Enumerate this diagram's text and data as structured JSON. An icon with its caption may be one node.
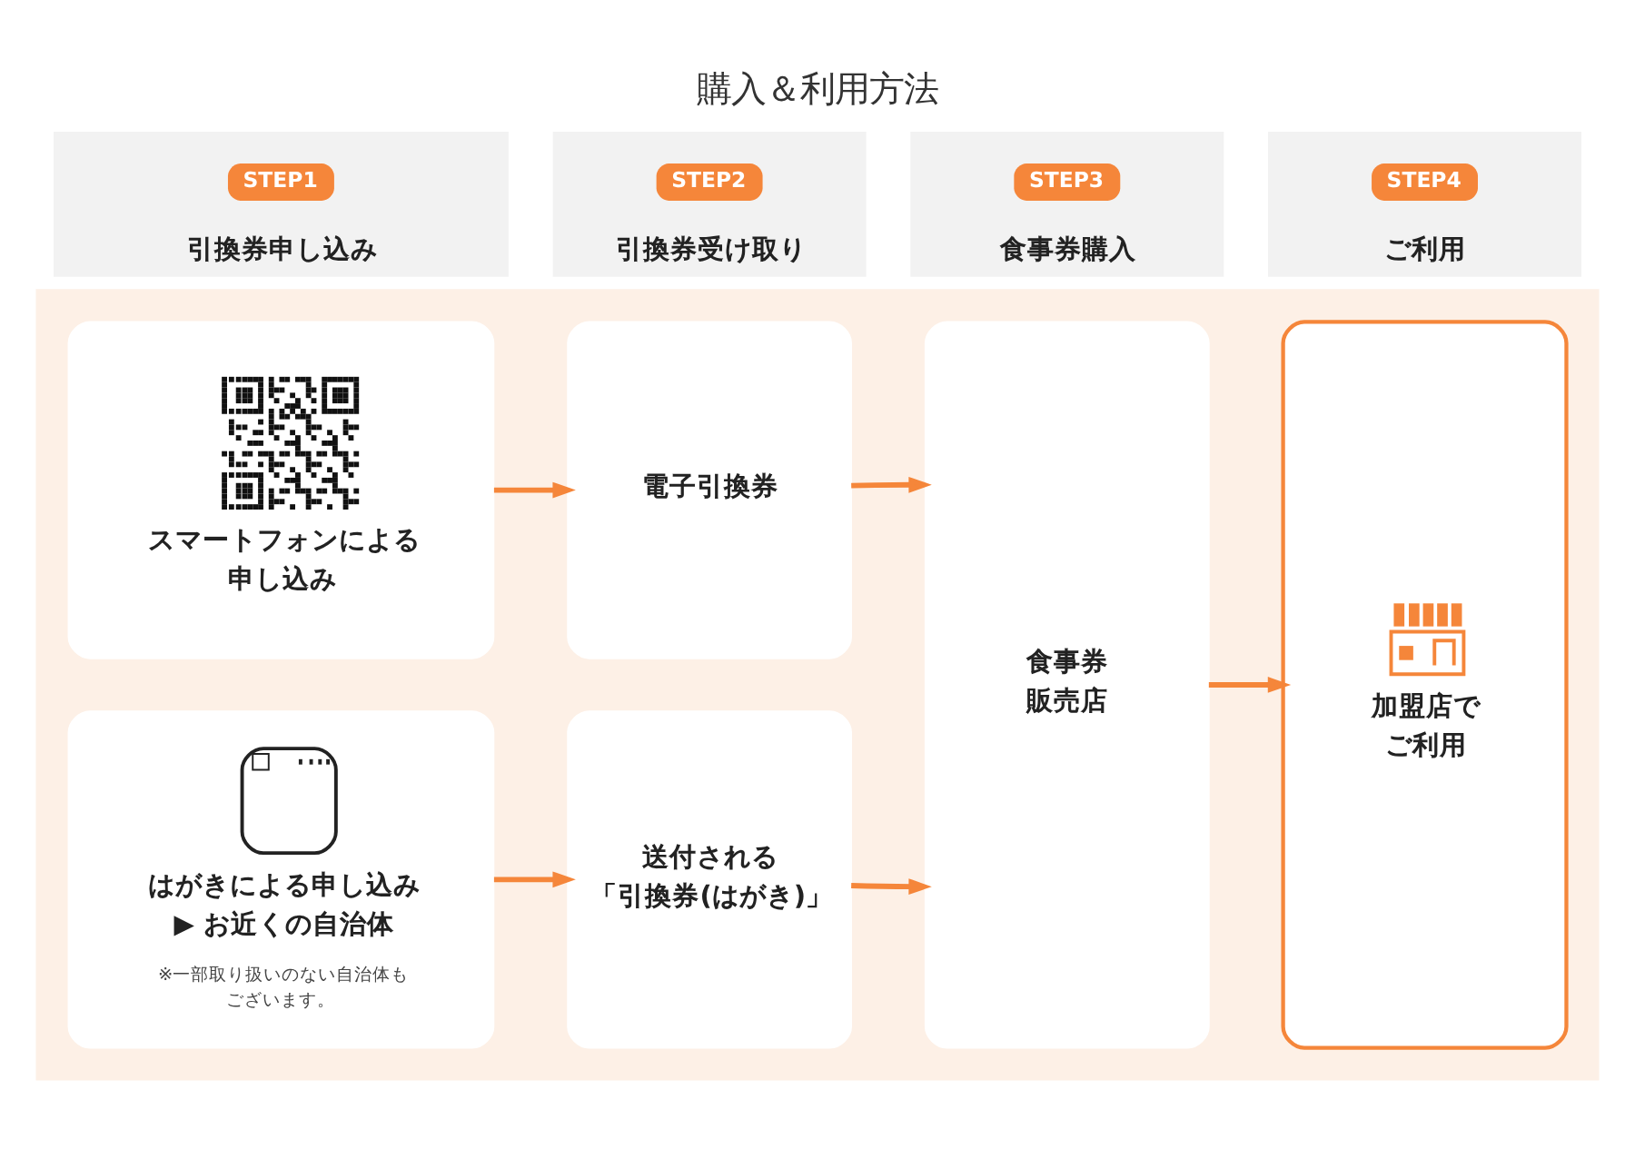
{
  "diagram": {
    "title": "購入＆利用方法",
    "nodes": [
      {
        "text": [
          "引換券申し込み"
        ]
      },
      {
        "text": [
          "STEP1"
        ],
        "in": 0
      },
      {
        "text": [
          "引換券受け取り"
        ]
      },
      {
        "text": [
          "STEP2"
        ],
        "in": 2
      },
      {
        "text": [
          "食事券購入"
        ]
      },
      {
        "text": [
          "STEP3"
        ],
        "in": 4
      },
      {
        "text": [
          "ご利用"
        ]
      },
      {
        "text": [
          "STEP4"
        ],
        "in": 6
      },
      {
        "text": [],
        "shape": "box"
      },
      {
        "text": [
          "スマートフォンによる申し込み"
        ],
        "in": 8
      },
      {
        "text": [
          "はがきによる申し込み▶ お近くの自治体",
          "※一部取り扱いのない自治体もございます。"
        ],
        "in": 8
      },
      {
        "text": [
          "電子引換券"
        ],
        "in": 8
      },
      {
        "text": [
          "送付される「引換券(はがき)」"
        ],
        "in": 8
      },
      {
        "text": [
          "食事券販売店"
        ],
        "in": 8
      },
      {
        "text": [
          "加盟店でご利用"
        ],
        "in": 8
      }
    ],
    "edges": [
      {
        "from": 9,
        "to": 11,
        "arrow": "to"
      },
      {
        "from": 10,
        "to": 12,
        "arrow": "to"
      },
      {
        "from": 11,
        "to": 13,
        "arrow": "to"
      },
      {
        "from": 12,
        "to": 13,
        "arrow": "to"
      },
      {
        "from": 13,
        "to": 14,
        "arrow": "to"
      }
    ]
  }
}
